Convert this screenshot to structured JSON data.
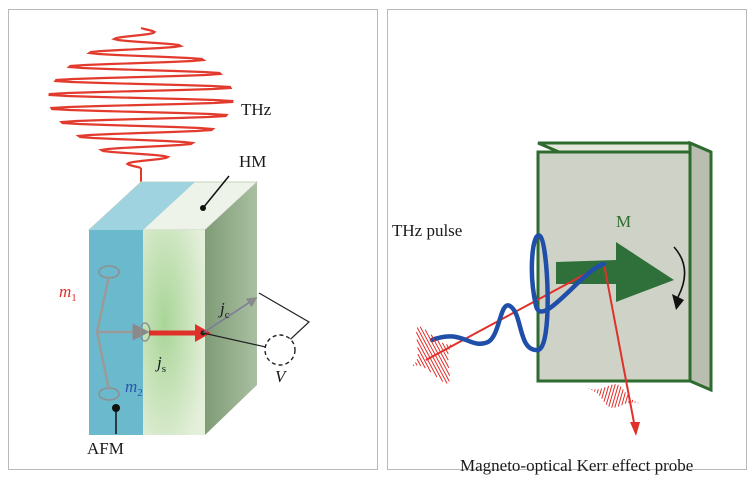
{
  "left_panel": {
    "thz_label": "THz",
    "hm_label": "HM",
    "afm_label": "AFM",
    "m1": {
      "sym": "m",
      "sub": "1"
    },
    "m2": {
      "sym": "m",
      "sub": "2"
    },
    "jc": {
      "sym": "j",
      "sub": "c"
    },
    "js": {
      "sym": "j",
      "sub": "s"
    },
    "v_label": "V"
  },
  "right_panel": {
    "thz_pulse_label": "THz pulse",
    "m_label": "M",
    "caption": "Magneto-optical Kerr effect probe"
  },
  "colors": {
    "thz_wave": "#e23b2e",
    "afm_layer": "#6bb9cc",
    "hm_layer": "#d3e9c8",
    "sample_face": "#cfd3c7",
    "sample_edge": "#2e6b2e",
    "magnetization_arrow": "#2f6f3a",
    "pulse_blue": "#1f4fa8",
    "m1_text": "#e0302a",
    "m2_text": "#2a55b0"
  }
}
